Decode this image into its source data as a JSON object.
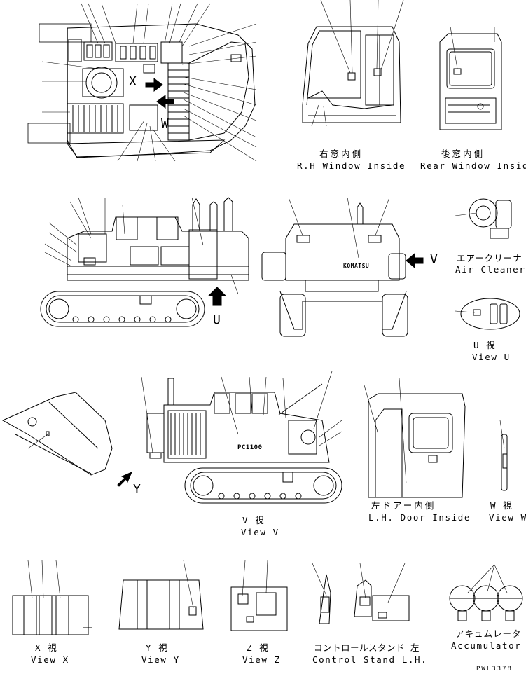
{
  "views": {
    "rh_window": {
      "jp": "右窓内側",
      "en": "R.H  Window Inside"
    },
    "rear_window": {
      "jp": "後窓内側",
      "en": "Rear Window Inside"
    },
    "air_cleaner": {
      "jp": "エアークリーナ",
      "en": "Air Cleaner"
    },
    "view_u": {
      "jp": "U  視",
      "en": "View U"
    },
    "view_v": {
      "jp": "V  視",
      "en": "View V"
    },
    "lh_door": {
      "jp": "左ドアー内側",
      "en": "L.H. Door Inside"
    },
    "view_w": {
      "jp": "W  視",
      "en": "View W"
    },
    "view_x": {
      "jp": "X  視",
      "en": "View X"
    },
    "view_y": {
      "jp": "Y  視",
      "en": "View Y"
    },
    "view_z": {
      "jp": "Z  視",
      "en": "View Z"
    },
    "control_stand": {
      "jp": "コントロールスタンド 左",
      "en": "Control Stand L.H."
    },
    "accumulator": {
      "jp": "アキュムレータ",
      "en": "Accumulator"
    }
  },
  "view_markers": {
    "x": "X",
    "w": "W",
    "u": "U",
    "v": "V",
    "y": "Y"
  },
  "machine_texts": {
    "brand": "KOMATSU",
    "model": "PC1100"
  },
  "drawing_code": "PWL3378"
}
